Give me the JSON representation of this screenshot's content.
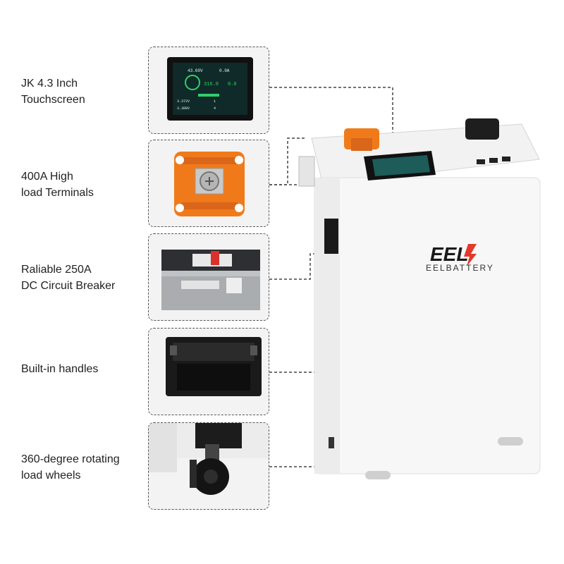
{
  "features": [
    {
      "label": "JK 4.3 Inch\nTouchscreen"
    },
    {
      "label": "400A High\nload Terminals"
    },
    {
      "label": "Raliable 250A\nDC Circuit Breaker"
    },
    {
      "label": "Built-in handles"
    },
    {
      "label": "360-degree rotating\nload wheels"
    }
  ],
  "product": {
    "logo_text": "EEL",
    "brand_name": "EELBATTERY",
    "screen_readouts": [
      "43.69V",
      "0.0A",
      "316.0",
      "0.0",
      "3.372V",
      "3.380V",
      "1",
      "4"
    ]
  },
  "colors": {
    "terminal_orange": "#f07a1a",
    "screen_green": "#2fd06a",
    "brand_red": "#e23a2a"
  }
}
